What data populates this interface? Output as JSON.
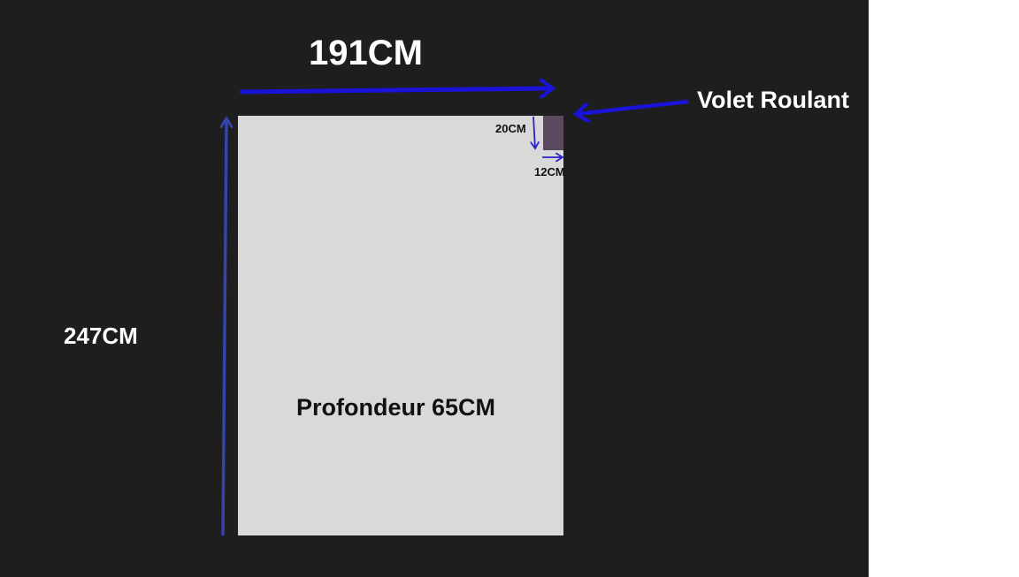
{
  "labels": {
    "width": "191CM",
    "height": "247CM",
    "depth": "Profondeur 65CM",
    "volet": "Volet Roulant",
    "volet_height": "20CM",
    "volet_width": "12CM"
  },
  "colors": {
    "background": "#1e1e1e",
    "panel": "#d9d9d9",
    "volet_box": "#5b4a5f",
    "arrow_primary": "#1a12d6",
    "arrow_secondary": "#3344aa",
    "text_light": "#ffffff",
    "text_dark": "#111111"
  }
}
